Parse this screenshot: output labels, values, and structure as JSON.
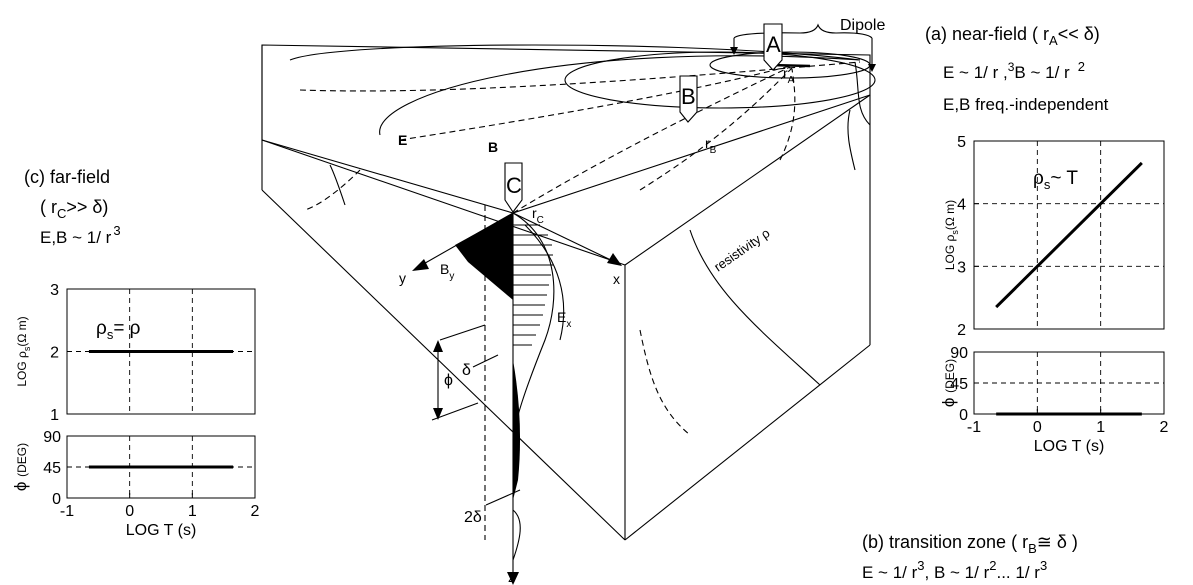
{
  "diagram": {
    "dipole_label": "Dipole",
    "sites": {
      "A": "A",
      "B": "B",
      "C": "C"
    },
    "distance_labels": {
      "rA_main": "r",
      "rA_sub": "A",
      "rB_main": "r",
      "rB_sub": "B",
      "rC_main": "r",
      "rC_sub": "C"
    },
    "field_labels": {
      "E": "E",
      "B": "B"
    },
    "resistivity_label": "resistivity ρ",
    "axes": {
      "x": "x",
      "y": "y",
      "z": "z"
    },
    "By_main": "B",
    "By_sub": "y",
    "Ex_main": "E",
    "Ex_sub": "x",
    "delta": "δ",
    "phi": "ϕ",
    "two_delta": "2δ"
  },
  "panels": {
    "near_field": {
      "title": "(a)  near-field  ( r",
      "title_sub": "A",
      "title_tail": "<<  δ)",
      "eq_line": "E ~ 1/ r ,",
      "eq_sup1": "3",
      "eq_mid": "B ~ 1/ r",
      "eq_sup2": "2",
      "note": "E,B  freq.-independent",
      "annotation_main": "ρ",
      "annotation_sub": "s",
      "annotation_tail": "~ T"
    },
    "far_field": {
      "title": "(c)  far-field",
      "cond_open": "( r",
      "cond_sub": "C",
      "cond_tail": ">> δ)",
      "eq_line": "E,B ~ 1/ r",
      "eq_sup": "3",
      "annotation_main": "ρ",
      "annotation_sub": "s",
      "annotation_tail": "= ρ"
    },
    "transition": {
      "title": "(b)  transition zone ( r",
      "title_sub": "B",
      "title_tail": "≅ δ )",
      "eq_a": "E ~ 1/ r",
      "eq_a_sup": "3",
      "eq_b": ",  B ~ 1/ r",
      "eq_b_sup": "2",
      "eq_c": "...  1/ r",
      "eq_c_sup": "3"
    }
  },
  "chart_data": [
    {
      "id": "near-field",
      "type": "line",
      "ylabel_pre": "LOG  ρ",
      "ylabel_sub": "s",
      "ylabel_post": "(Ω m)",
      "ylim": [
        2,
        5
      ],
      "yticks": [
        "2",
        "3",
        "4",
        "5"
      ],
      "xlim": [
        -1,
        2
      ],
      "series": [
        {
          "x": [
            -0.65,
            1.65
          ],
          "y": [
            2.35,
            4.65
          ]
        }
      ],
      "phase": {
        "ylabel_pre": "ϕ",
        "ylabel_post": "(DEG)",
        "ylim": [
          0,
          90
        ],
        "yticks": [
          "0",
          "45",
          "90"
        ],
        "series": [
          {
            "x": [
              -0.65,
              1.65
            ],
            "y": [
              0,
              0
            ]
          }
        ]
      },
      "xticks": [
        "-1",
        "0",
        "1",
        "2"
      ],
      "xlabel": "LOG T (s)"
    },
    {
      "id": "far-field",
      "type": "line",
      "ylabel_pre": "LOG ρ",
      "ylabel_sub": "s",
      "ylabel_post": "(Ω m)",
      "ylim": [
        1,
        3
      ],
      "yticks": [
        "1",
        "2",
        "3"
      ],
      "xlim": [
        -1,
        2
      ],
      "series": [
        {
          "x": [
            -0.65,
            1.65
          ],
          "y": [
            2,
            2
          ]
        }
      ],
      "phase": {
        "ylabel_pre": "ϕ",
        "ylabel_post": "(DEG)",
        "ylim": [
          0,
          90
        ],
        "yticks": [
          "0",
          "45",
          "90"
        ],
        "series": [
          {
            "x": [
              -0.65,
              1.65
            ],
            "y": [
              45,
              45
            ]
          }
        ]
      },
      "xticks": [
        "-1",
        "0",
        "1",
        "2"
      ],
      "xlabel": "LOG T (s)"
    }
  ]
}
